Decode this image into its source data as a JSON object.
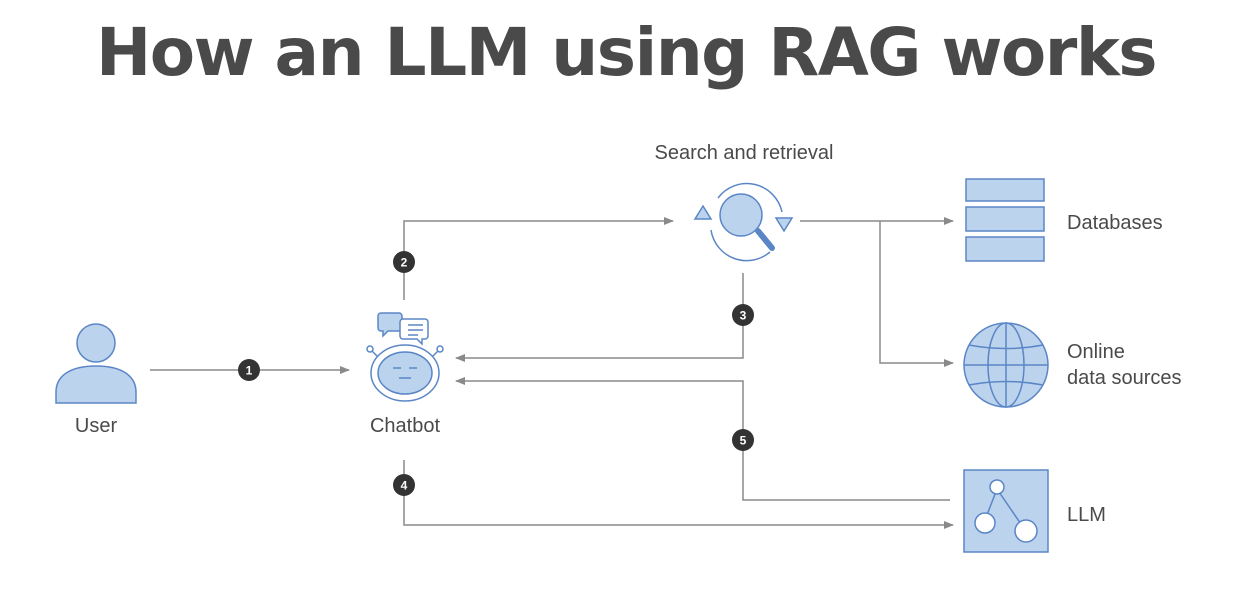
{
  "title": "How an LLM using RAG works",
  "nodes": {
    "user": "User",
    "chatbot": "Chatbot",
    "search": "Search and retrieval",
    "databases": "Databases",
    "online_line1": "Online",
    "online_line2": "data sources",
    "llm": "LLM"
  },
  "steps": [
    "1",
    "2",
    "3",
    "4",
    "5"
  ],
  "colors": {
    "icon_fill": "#bcd3ee",
    "icon_stroke": "#5b86c6",
    "arrow": "#8a8a8a",
    "badge": "#333333",
    "text": "#4a4a4a"
  }
}
